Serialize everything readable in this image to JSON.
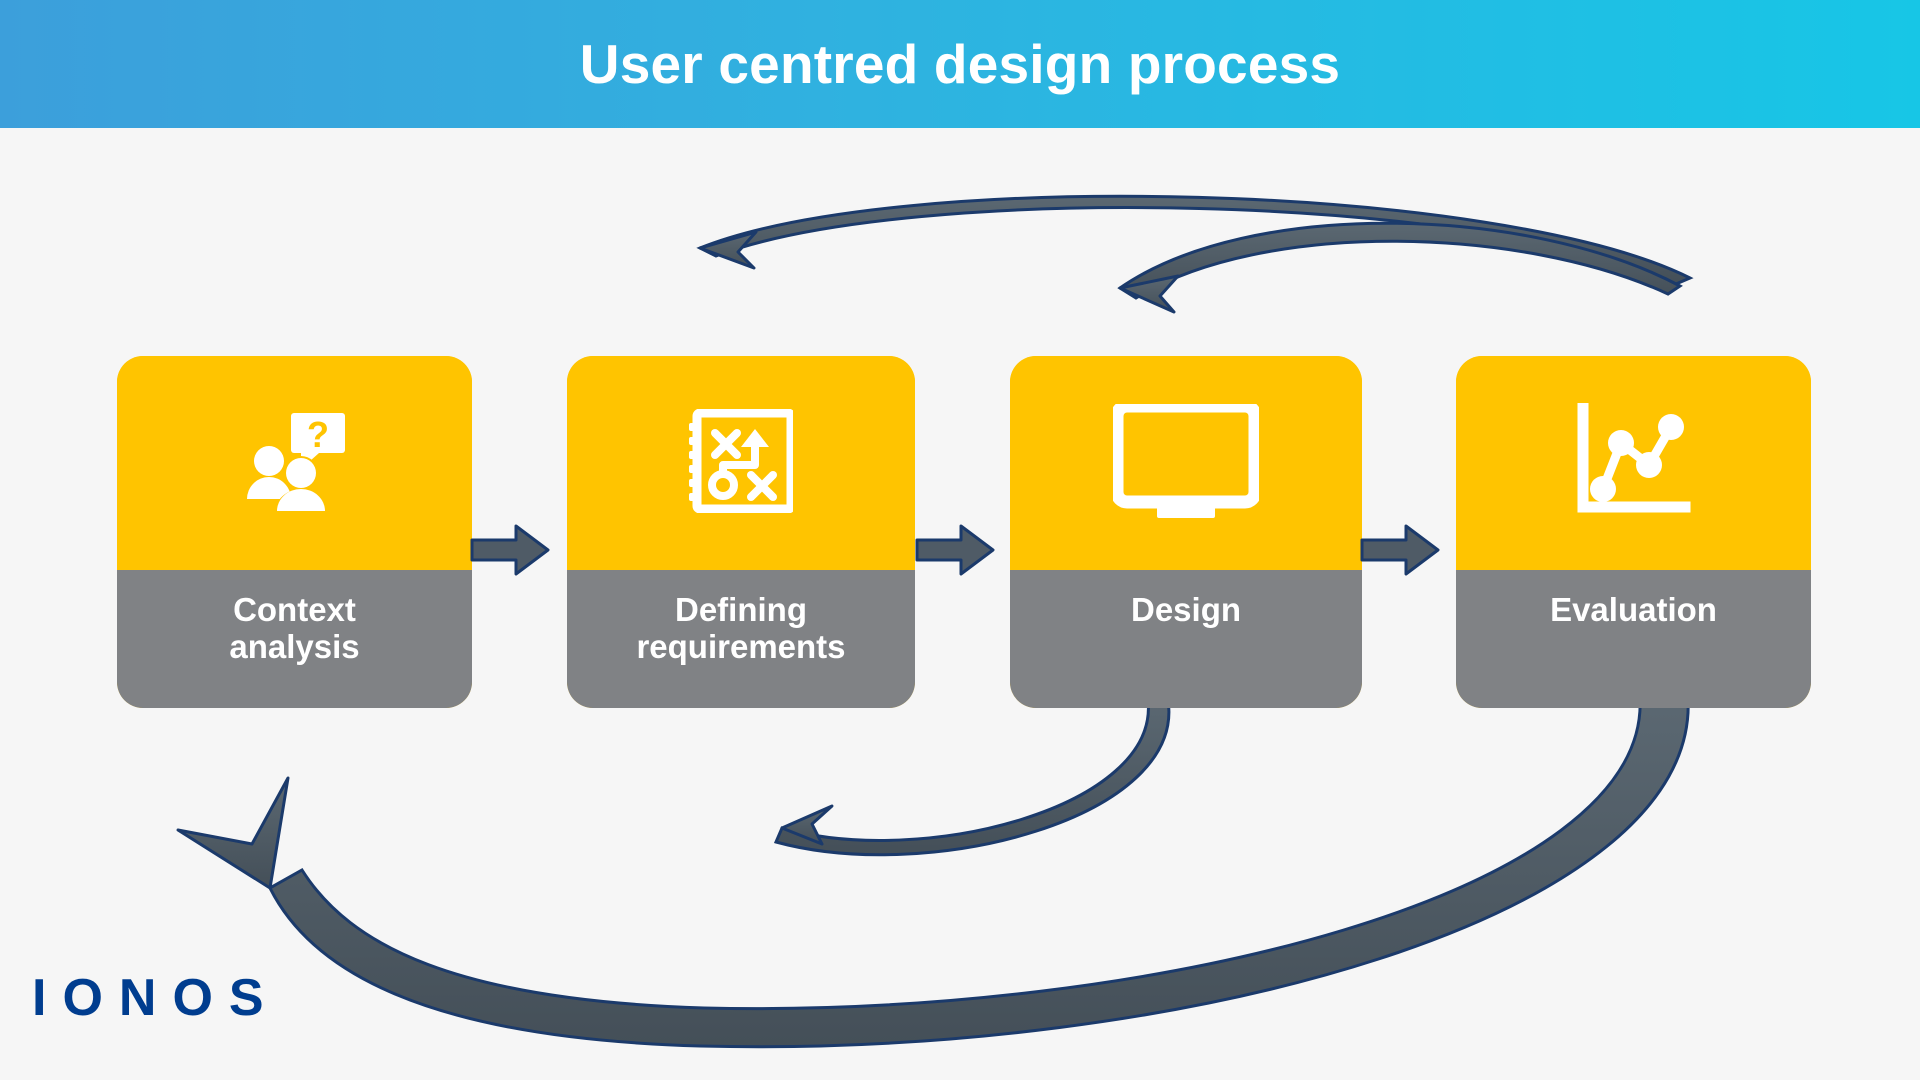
{
  "header": {
    "title": "User centred design process",
    "gradient_from": "#3c9fdb",
    "gradient_to": "#17c6e6"
  },
  "theme": {
    "background": "#f6f6f6",
    "card_top": "#ffc400",
    "card_bottom": "#808285",
    "card_label_color": "#ffffff",
    "arrow_fill": "#4f5b66",
    "arrow_stroke": "#1b3a6b",
    "step_arrow_fill": "#4f5b66",
    "logo_color": "#003d8f"
  },
  "steps": [
    {
      "id": "context-analysis",
      "label": "Context\nanalysis",
      "icon": "users-question-bubble-icon"
    },
    {
      "id": "defining-requirements",
      "label": "Defining\nrequirements",
      "icon": "strategy-playbook-icon"
    },
    {
      "id": "design",
      "label": "Design",
      "icon": "monitor-icon"
    },
    {
      "id": "evaluation",
      "label": "Evaluation",
      "icon": "line-chart-icon"
    }
  ],
  "step_connectors": [
    {
      "id": "arrow-context-to-requirements",
      "icon": "right-arrow-icon"
    },
    {
      "id": "arrow-requirements-to-design",
      "icon": "right-arrow-icon"
    },
    {
      "id": "arrow-design-to-evaluation",
      "icon": "right-arrow-icon"
    }
  ],
  "feedback_arrows": [
    {
      "id": "evaluation-to-defining-requirements",
      "icon": "curved-feedback-arrow-icon"
    },
    {
      "id": "evaluation-to-design",
      "icon": "curved-feedback-arrow-icon"
    },
    {
      "id": "design-to-defining-requirements",
      "icon": "curved-feedback-arrow-icon"
    },
    {
      "id": "evaluation-to-context-analysis",
      "icon": "curved-feedback-arrow-icon"
    }
  ],
  "footer": {
    "logo_text": "IONOS"
  }
}
